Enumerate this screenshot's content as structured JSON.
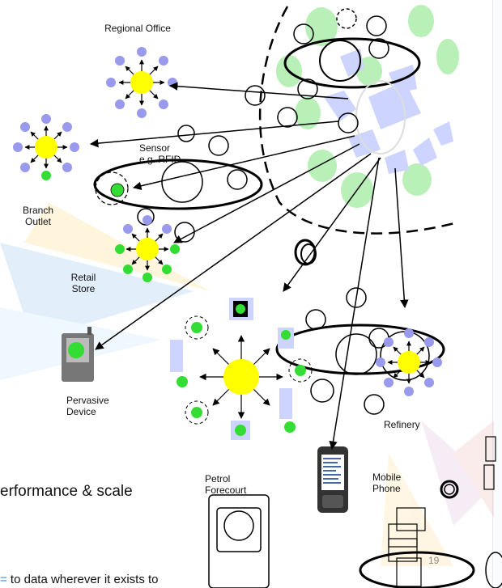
{
  "labels": {
    "regional_office": "Regional Office",
    "sensor": "Sensor",
    "sensor_sub": "e.g. RFID",
    "branch_outlet_1": "Branch",
    "branch_outlet_2": "Outlet",
    "retail_store_1": "Retail",
    "retail_store_2": "Store",
    "pervasive_device_1": "Pervasive",
    "pervasive_device_2": "Device",
    "refinery": "Refinery",
    "petrol_forecourt_1": "Petrol",
    "petrol_forecourt_2": "Forecourt",
    "mobile_phone_1": "Mobile",
    "mobile_phone_2": "Phone"
  },
  "slide_text": {
    "performance": "erformance & scale",
    "bottom_marker": "=",
    "bottom_text": " to data wherever it exists to"
  },
  "page_number": "19",
  "colors": {
    "hub": "#ffff00",
    "node_blue": "#9999ee",
    "node_green": "#33dd33",
    "pale_green": "#b8f0b8",
    "pale_blue": "#ccd4ff",
    "device_gray": "#777777"
  }
}
